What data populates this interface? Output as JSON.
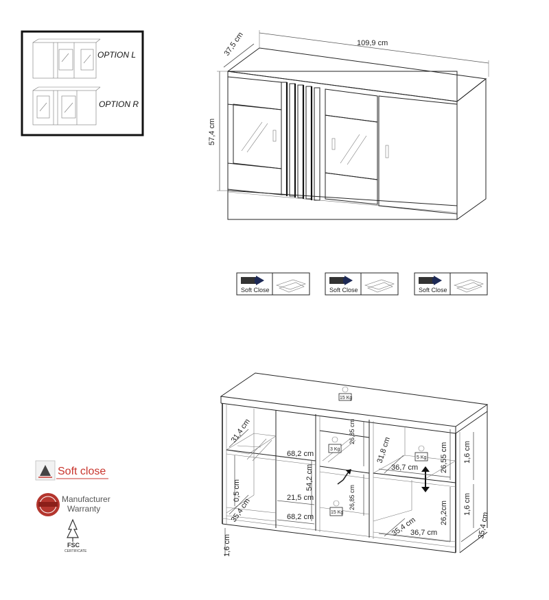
{
  "options": {
    "option_l": "OPTION L",
    "option_r": "OPTION R"
  },
  "front_view": {
    "depth": "37,5 cm",
    "width": "109,9 cm",
    "height": "57,4 cm"
  },
  "soft_close_icons": [
    {
      "label": "Soft Close"
    },
    {
      "label": "Soft Close"
    },
    {
      "label": "Soft Close"
    }
  ],
  "interior_view": {
    "load_top": "15 Kg",
    "load_middle": "3 Kg",
    "load_right": "5 Kg",
    "load_bottom": "15 Kg",
    "dims": {
      "d_31_4": "31,4 cm",
      "d_68_2_upper": "68,2 cm",
      "d_26_85_upper": "26,85 cm",
      "d_31_8": "31,8 cm",
      "d_1_6_right_upper": "1,6 cm",
      "d_0_5": "0,5 cm",
      "d_54_2": "54,2 cm",
      "d_36_7_upper": "36,7 cm",
      "d_26_55": "26,55 cm",
      "d_21_5": "21,5 cm",
      "d_26_85_lower": "26,85 cm",
      "d_1_6_right_lower": "1,6 cm",
      "d_35_4_left": "35,4 cm",
      "d_68_2_lower": "68,2 cm",
      "d_26_2": "26,2cm",
      "d_35_4_mid": "35,4 cm",
      "d_36_7_lower": "36,7 cm",
      "d_35_4_right": "35,4 cm",
      "d_1_6_left": "1,6 cm"
    }
  },
  "badges": {
    "soft_close": "Soft close",
    "warranty_line1": "Manufacturer",
    "warranty_line2": "Warranty",
    "fsc": "FSC",
    "fsc_sub": "CERTIFICATE"
  }
}
